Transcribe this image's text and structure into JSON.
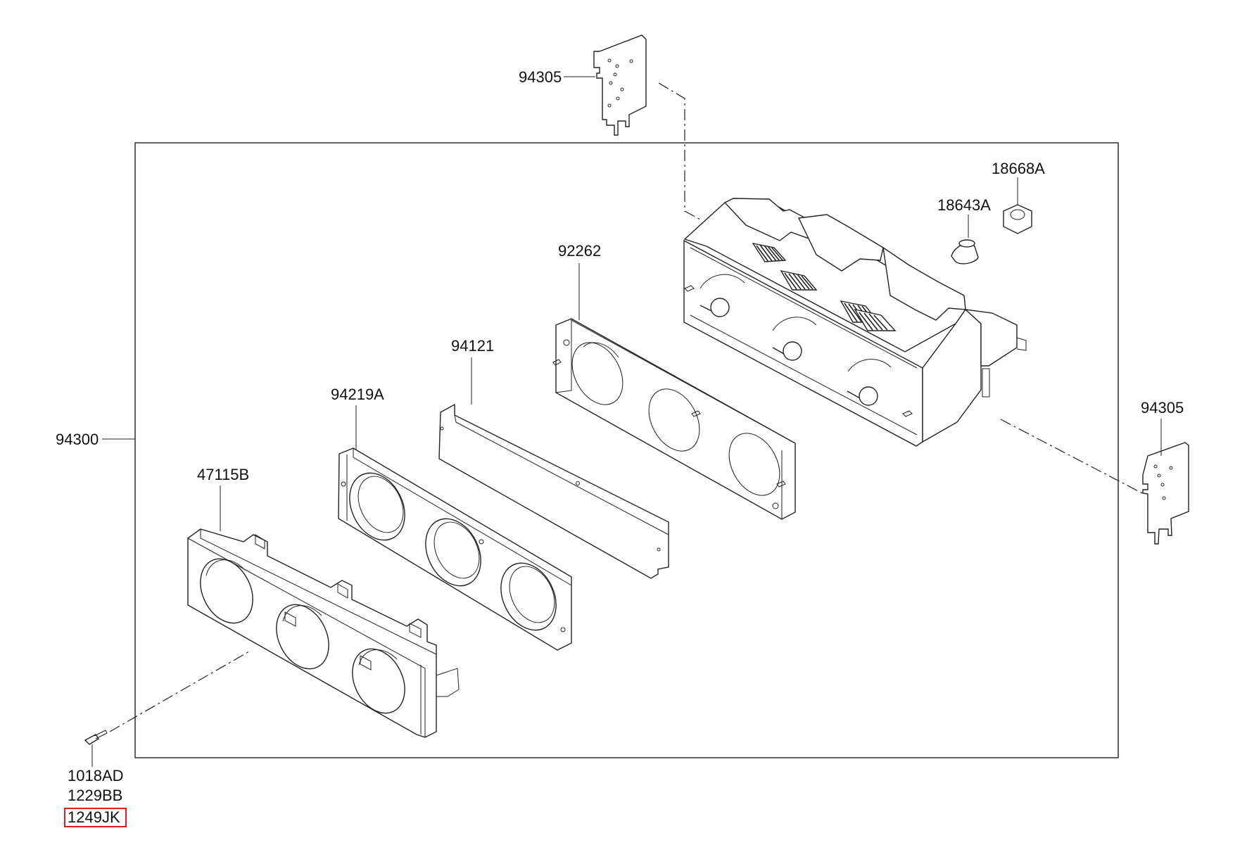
{
  "diagram": {
    "part_labels": {
      "p94305_top": "94305",
      "p94305_right": "94305",
      "p18668A": "18668A",
      "p18643A": "18643A",
      "p92262": "92262",
      "p94121": "94121",
      "p94219A": "94219A",
      "p94300": "94300",
      "p47115B": "47115B",
      "p1018AD": "1018AD",
      "p1229BB": "1229BB",
      "p1249JK": "1249JK"
    },
    "colors": {
      "line": "#222222",
      "highlight_box": "#e01e1e",
      "background": "#ffffff"
    }
  }
}
